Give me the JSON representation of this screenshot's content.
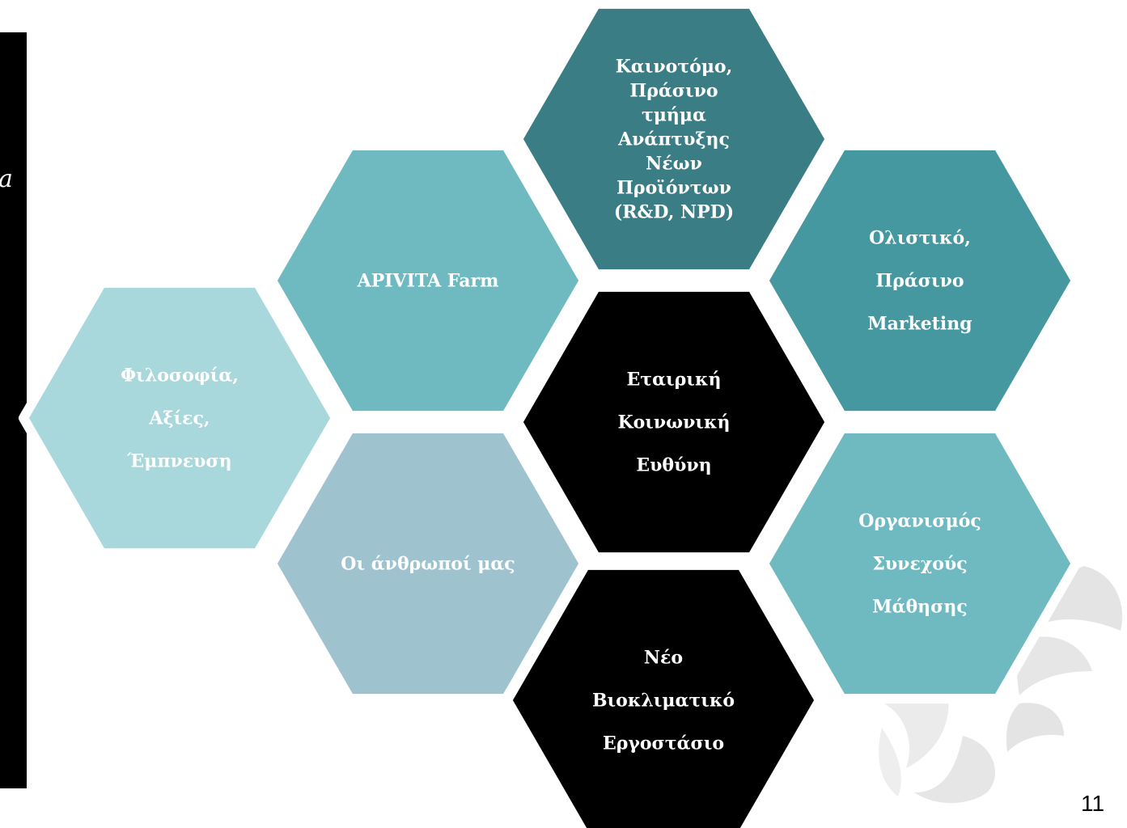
{
  "left_panel": {
    "glyph": "a"
  },
  "page_number": "11",
  "colors": {
    "black": "#000000",
    "dark_teal": "#3a7d85",
    "teal": "#4597a0",
    "light_teal": "#6fbac0",
    "pale_teal": "#a8d7dc",
    "slate_blue": "#9fc2cf",
    "text_light": "#ffffff",
    "gap": "#ffffff"
  },
  "hexagons": [
    {
      "id": "philosophy",
      "color": "pale_teal",
      "lines": [
        "Φιλοσοφία,",
        "Αξίες,",
        "Έμπνευση"
      ]
    },
    {
      "id": "apivita-farm",
      "color": "light_teal",
      "lines": [
        "APIVITA Farm"
      ]
    },
    {
      "id": "our-people",
      "color": "slate_blue",
      "lines": [
        "Οι άνθρωποί μας"
      ]
    },
    {
      "id": "innovative-rd",
      "color": "dark_teal",
      "lines": [
        "Καινοτόμο,",
        "Πράσινο",
        "τμήμα",
        "Ανάπτυξης",
        "Νέων",
        "Προϊόντων",
        "(R&D, NPD)"
      ]
    },
    {
      "id": "csr",
      "color": "black",
      "lines": [
        "Εταιρική",
        "Κοινωνική",
        "Ευθύνη"
      ]
    },
    {
      "id": "new-factory",
      "color": "black",
      "lines": [
        "Νέο",
        "Βιοκλιματικό",
        "Εργοστάσιο"
      ]
    },
    {
      "id": "holistic-marketing",
      "color": "teal",
      "lines": [
        "Ολιστικό,",
        "Πράσινο",
        "Marketing"
      ]
    },
    {
      "id": "learning-organization",
      "color": "light_teal",
      "lines": [
        "Οργανισμός",
        "Συνεχούς",
        "Μάθησης"
      ]
    }
  ]
}
